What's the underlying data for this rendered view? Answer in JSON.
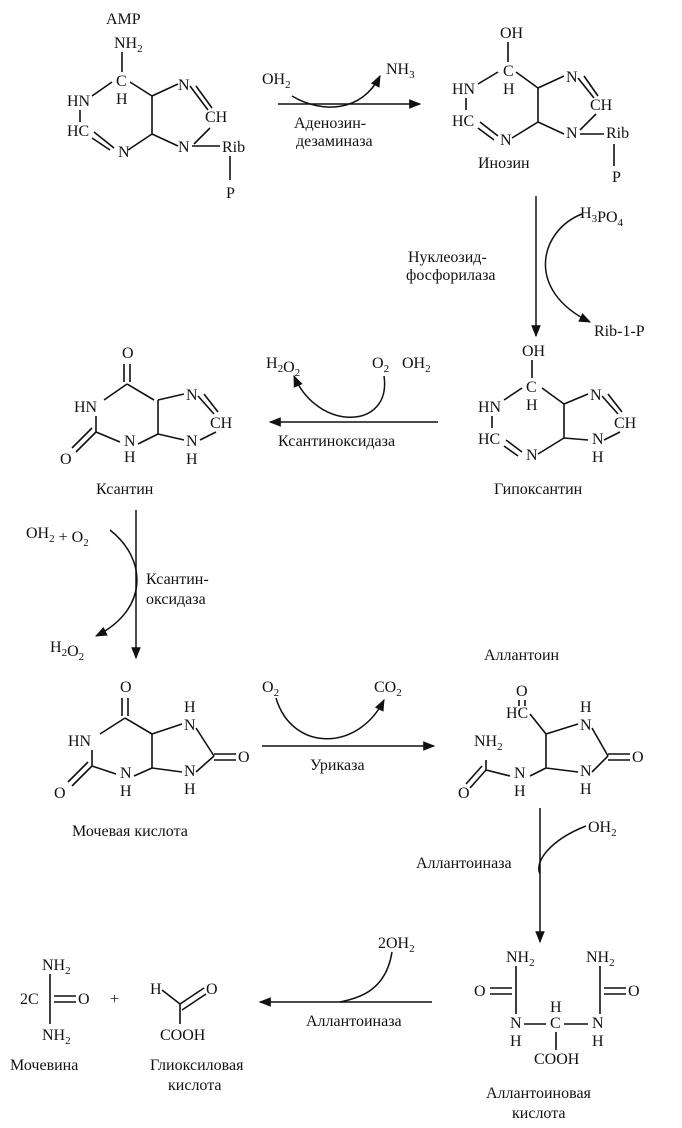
{
  "colors": {
    "ink": "#111111",
    "background": "#ffffff"
  },
  "compounds": {
    "amp": {
      "name": "AMP",
      "atoms": {
        "nh2": "NH2",
        "c6": "C",
        "h6": "H",
        "n1h": "HN",
        "n1_h": "H",
        "hc2": "HC",
        "n3": "N",
        "n7": "N",
        "c8": "CH",
        "n9": "N",
        "rib": "Rib",
        "p": "P"
      }
    },
    "inosine": {
      "name": "Инозин",
      "atoms": {
        "oh": "OH",
        "c6": "C",
        "h6": "H",
        "hn1": "HN",
        "hc2": "HC",
        "n3": "N",
        "n7": "N",
        "c8": "CH",
        "n9": "N",
        "rib": "Rib",
        "p": "P"
      }
    },
    "hypoxanthine": {
      "name": "Гипоксантин",
      "atoms": {
        "oh": "OH",
        "c6": "C",
        "h6": "H",
        "hn1": "HN",
        "hc2": "HC",
        "n3": "N",
        "n7": "N",
        "c8": "CH",
        "n9": "N",
        "h9": "H"
      }
    },
    "xanthine": {
      "name": "Ксантин",
      "atoms": {
        "o6": "O",
        "hn1": "HN",
        "o2": "O",
        "n3": "N",
        "h3": "H",
        "n7": "N",
        "c8": "CH",
        "n9": "N",
        "h9": "H"
      }
    },
    "uric_acid": {
      "name": "Мочевая кислота",
      "atoms": {
        "o6": "O",
        "hn1": "HN",
        "o2": "O",
        "n3": "N",
        "h3": "H",
        "n7h": "H",
        "n7": "N",
        "o8": "O",
        "n9": "N",
        "h9": "H"
      }
    },
    "allantoin": {
      "name": "Аллантоин",
      "atoms": {
        "o": "O",
        "hc": "HC",
        "nh2": "NH2",
        "o2": "O",
        "n3": "N",
        "h3": "H",
        "n7h": "H",
        "n7": "N",
        "o8": "O",
        "n9": "N",
        "h9": "H"
      }
    },
    "allantoic_acid": {
      "name_line1": "Аллантоиновая",
      "name_line2": "кислота",
      "atoms": {
        "nh2a": "NH2",
        "nh2b": "NH2",
        "oa": "O",
        "ob": "O",
        "nha": "N",
        "ha": "H",
        "c": "C",
        "hc": "H",
        "nhb": "N",
        "hb": "H",
        "cooh": "COOH"
      }
    },
    "urea": {
      "name": "Мочевина",
      "atoms": {
        "nh2a": "NH2",
        "coef": "2C",
        "o": "O",
        "nh2b": "NH2"
      }
    },
    "glyoxylic_acid": {
      "name_line1": "Глиоксиловая",
      "name_line2": "кислота",
      "atoms": {
        "h": "H",
        "o": "O",
        "cooh": "COOH"
      }
    },
    "plus": "+"
  },
  "reactions": {
    "r1": {
      "enzyme_line1": "Аденозин-",
      "enzyme_line2": "дезаминаза",
      "substrate": "OH2",
      "product": "NH3"
    },
    "r2": {
      "enzyme_line1": "Нуклеозид-",
      "enzyme_line2": "фосфорилаза",
      "substrate": "H3PO4",
      "product": "Rib-1-P"
    },
    "r3": {
      "enzyme": "Ксантиноксидаза",
      "substrate_a": "O2",
      "substrate_b": "OH2",
      "product": "H2O2"
    },
    "r4": {
      "enzyme_line1": "Ксантин-",
      "enzyme_line2": "оксидаза",
      "substrate": "OH2 + O2",
      "product": "H2O2"
    },
    "r5": {
      "enzyme": "Уриказа",
      "substrate": "O2",
      "product": "CO2"
    },
    "r6": {
      "enzyme": "Аллантоиназа",
      "substrate": "OH2"
    },
    "r7": {
      "enzyme": "Аллантоиназа",
      "substrate": "2OH2"
    }
  }
}
